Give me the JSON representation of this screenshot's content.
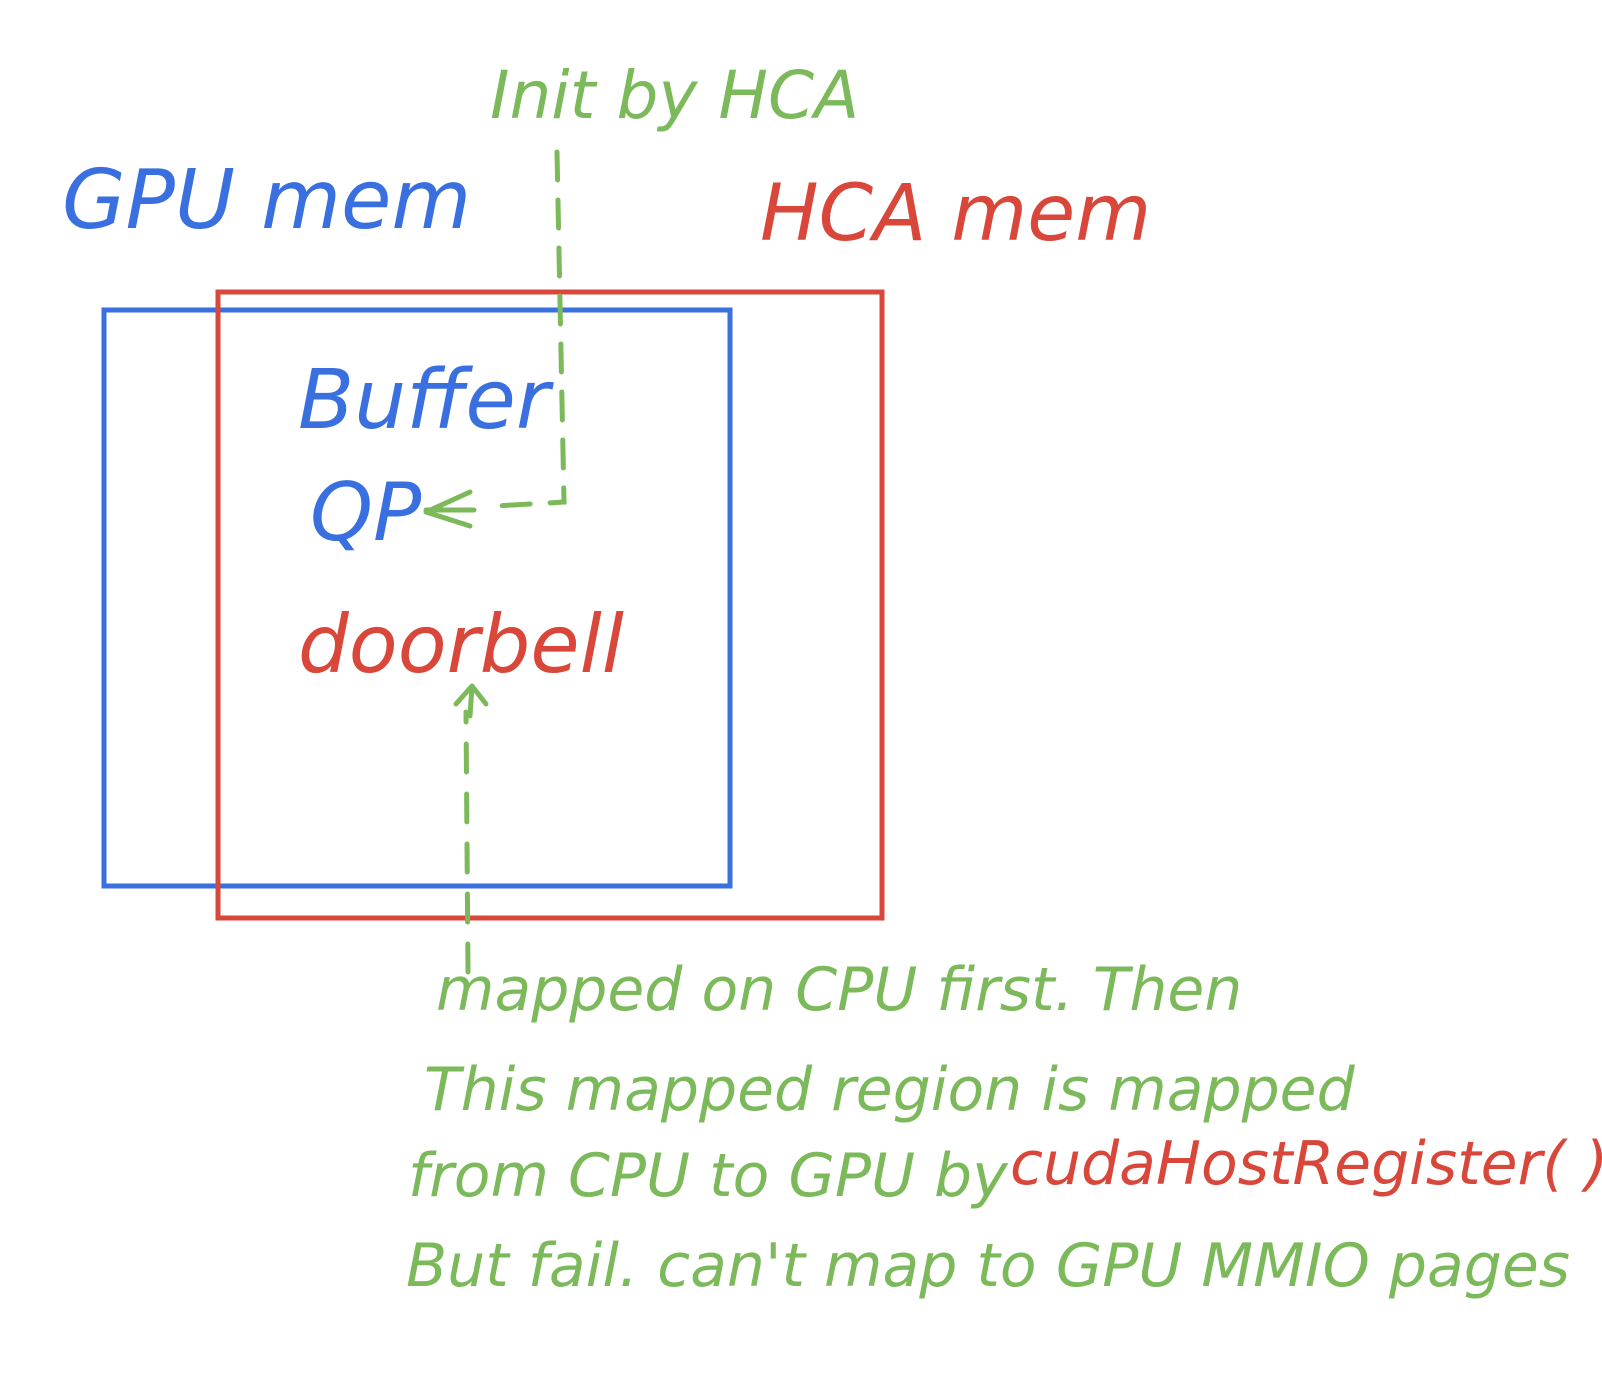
{
  "colors": {
    "blue": "#3a6fe0",
    "red": "#d9473a",
    "green": "#7bb95a"
  },
  "labels": {
    "gpu_mem": "GPU mem",
    "hca_mem": "HCA mem",
    "init_by_hca": "Init by HCA",
    "buffer": "Buffer",
    "qp": "QP",
    "doorbell": "doorbell"
  },
  "note": {
    "line1": "mapped on CPU first. Then",
    "line2": "This mapped region is mapped",
    "line3_prefix": "from CPU to GPU by",
    "line3_func": "cudaHostRegister( )",
    "line4": "But fail. can't map to GPU MMIO pages"
  }
}
